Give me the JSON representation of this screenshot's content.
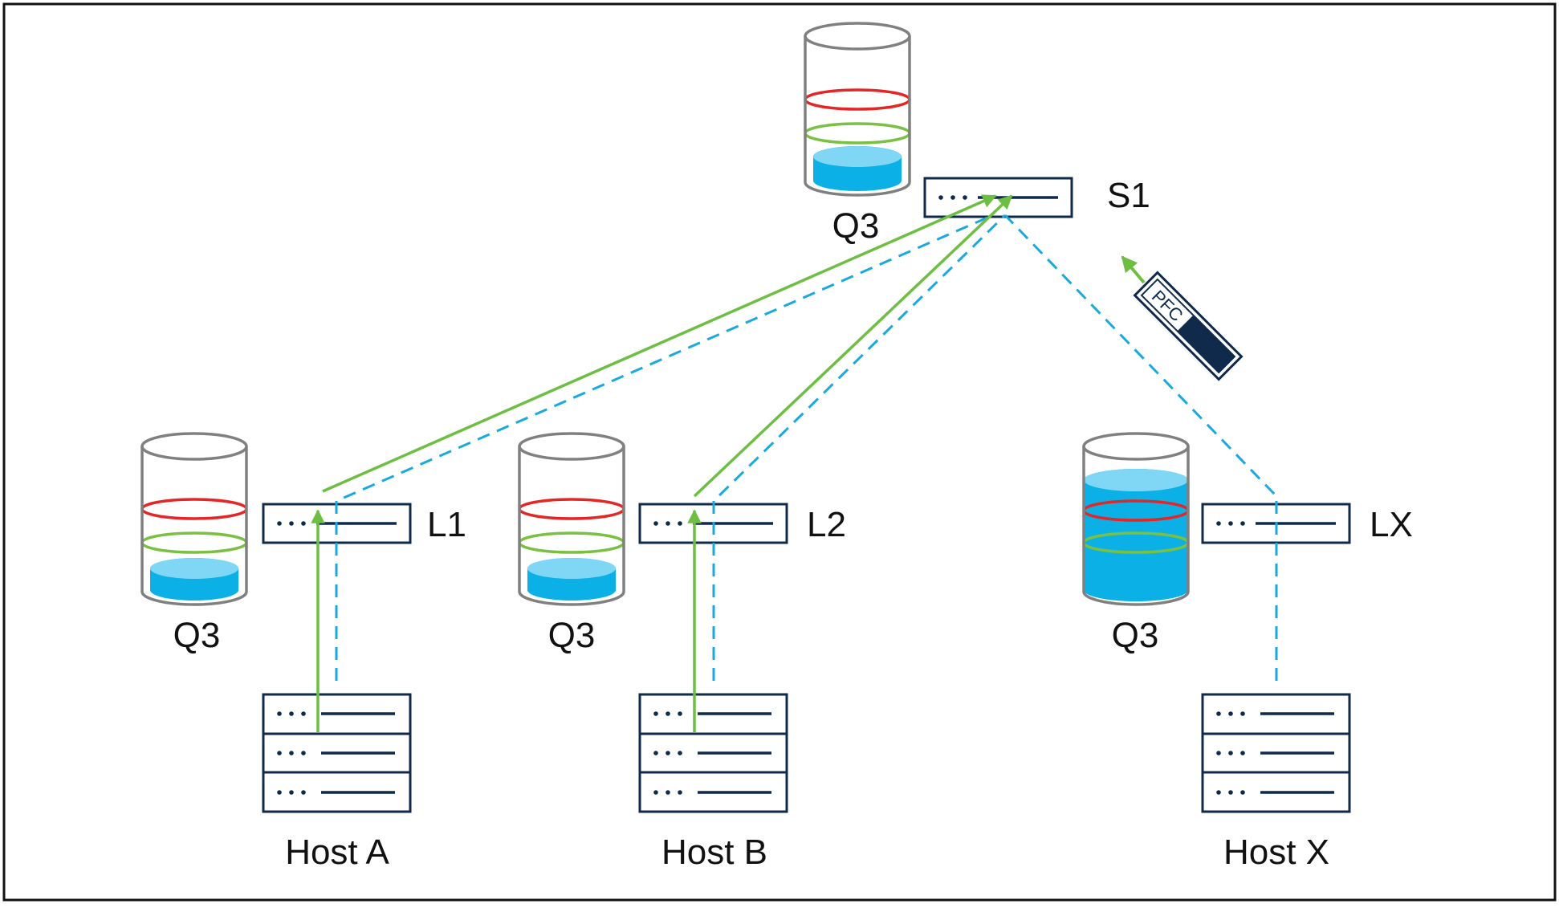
{
  "colors": {
    "border": "#111111",
    "device": "#0f2a4a",
    "queue_outline": "#808080",
    "threshold_high": "#e32626",
    "threshold_low": "#79c043",
    "fill_light": "#7fd7f5",
    "fill_dark": "#0bb1e6",
    "flow_green": "#6fbe44",
    "flow_blue": "#1aa9de",
    "pfc_dark": "#0f2a4a"
  },
  "spine": {
    "label": "S1",
    "queue_label": "Q3",
    "queue_fill": 0.2
  },
  "leaves": [
    {
      "label": "L1",
      "queue_label": "Q3",
      "queue_fill": 0.22
    },
    {
      "label": "L2",
      "queue_label": "Q3",
      "queue_fill": 0.22
    },
    {
      "label": "LX",
      "queue_label": "Q3",
      "queue_fill": 0.88
    }
  ],
  "hosts": [
    {
      "label": "Host A"
    },
    {
      "label": "Host B"
    },
    {
      "label": "Host X"
    }
  ],
  "pfc": {
    "label": "PFC"
  },
  "flows": {
    "green": [
      "Host A",
      "Host B"
    ],
    "blue": [
      "Host A",
      "Host B",
      "Host X"
    ]
  }
}
